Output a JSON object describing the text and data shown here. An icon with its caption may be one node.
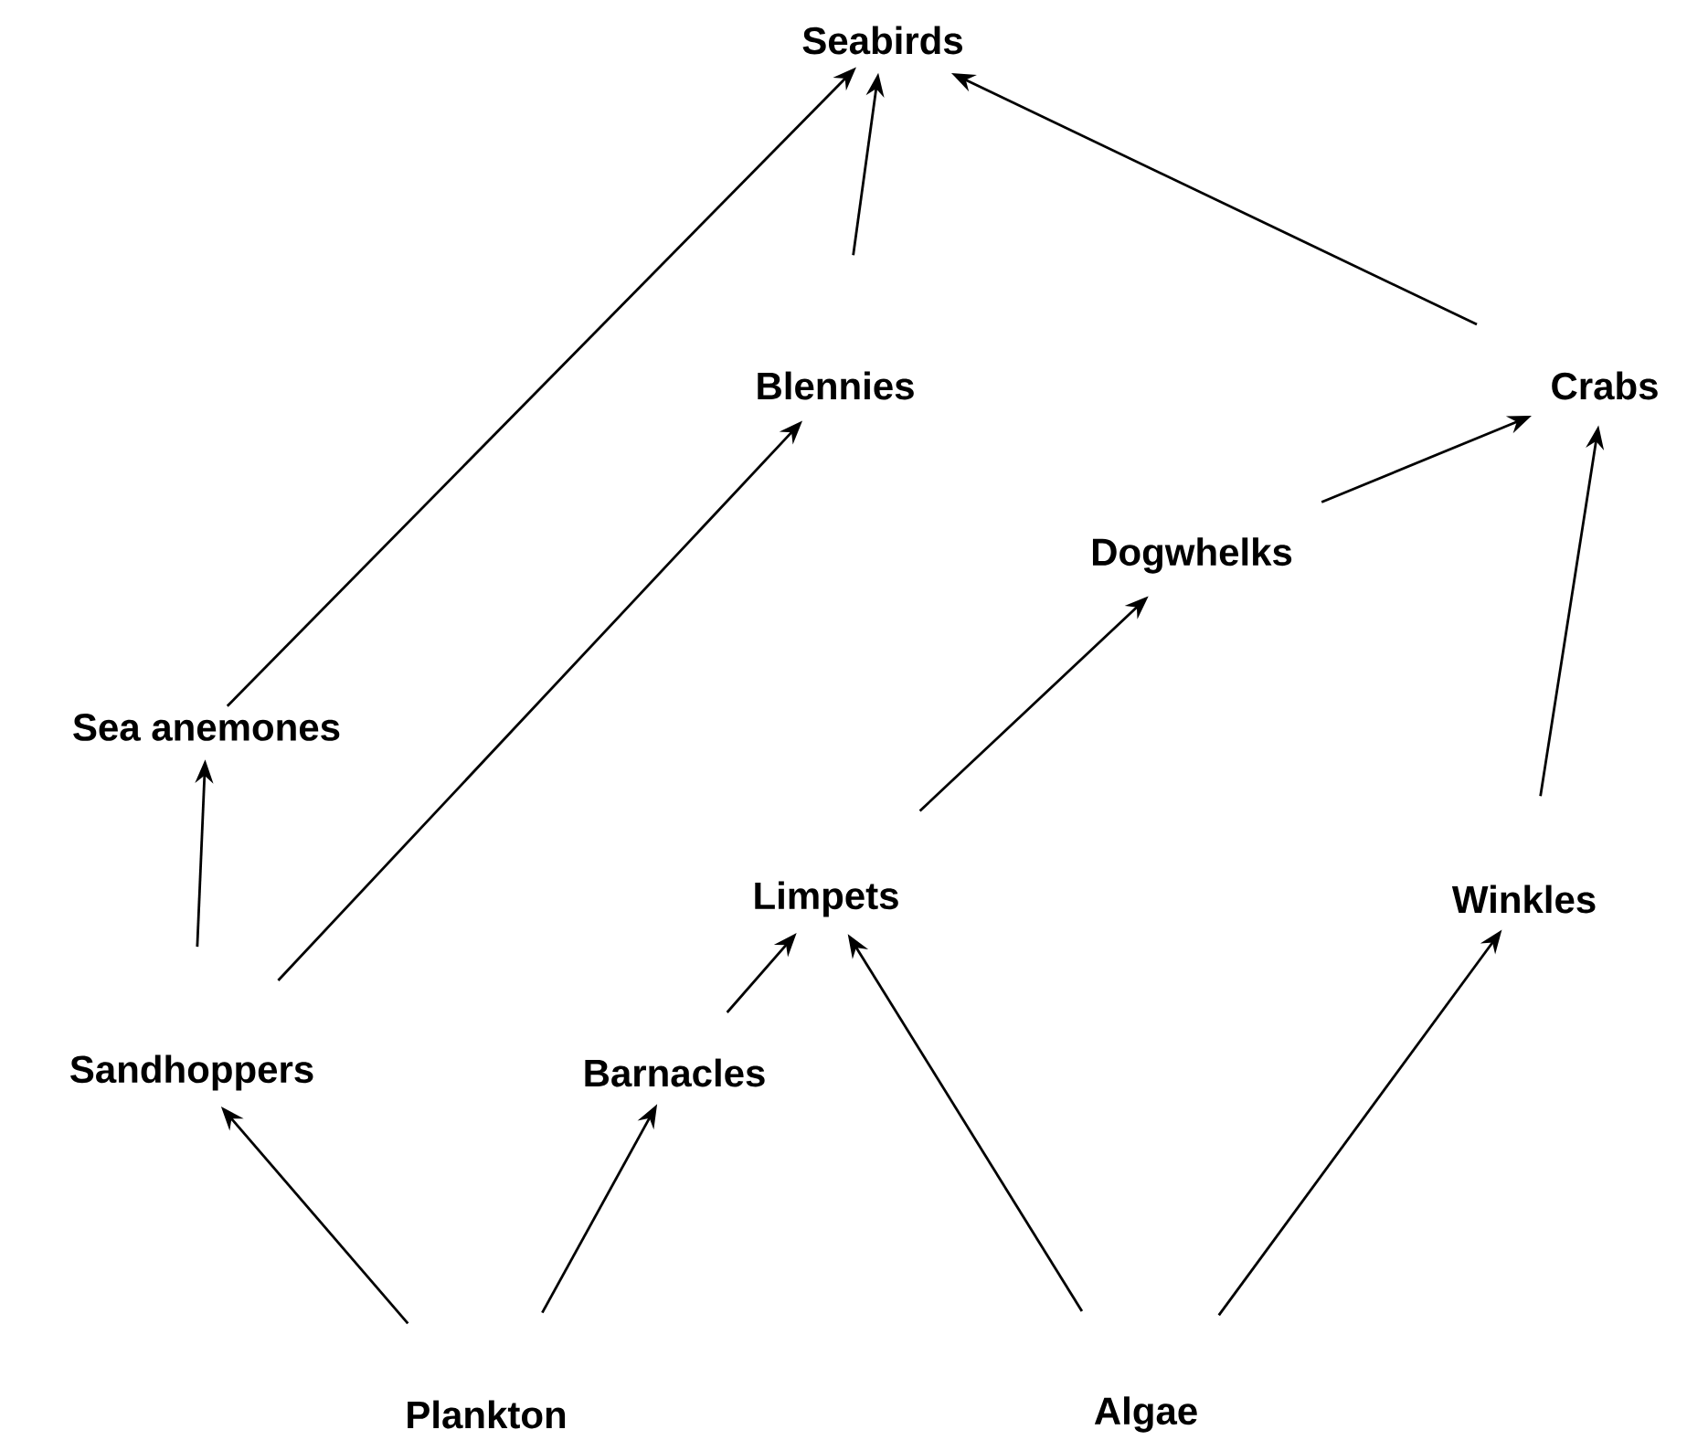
{
  "diagram": {
    "nodes": [
      {
        "text": [
          "Seabirds"
        ]
      },
      {
        "text": [
          "Blennies"
        ]
      },
      {
        "text": [
          "Crabs"
        ]
      },
      {
        "text": [
          "Dogwhelks"
        ]
      },
      {
        "text": [
          "Sea anemones"
        ]
      },
      {
        "text": [
          "Limpets"
        ]
      },
      {
        "text": [
          "Winkles"
        ]
      },
      {
        "text": [
          "Sandhoppers"
        ]
      },
      {
        "text": [
          "Barnacles"
        ]
      },
      {
        "text": [
          "Plankton"
        ]
      },
      {
        "text": [
          "Algae"
        ]
      }
    ],
    "edges": [
      {
        "from": 4,
        "to": 0,
        "arrow": "to"
      },
      {
        "from": 1,
        "to": 0,
        "arrow": "to"
      },
      {
        "from": 2,
        "to": 0,
        "arrow": "to"
      },
      {
        "from": 3,
        "to": 2,
        "arrow": "to"
      },
      {
        "from": 6,
        "to": 2,
        "arrow": "to"
      },
      {
        "from": 5,
        "to": 3,
        "arrow": "to"
      },
      {
        "from": 7,
        "to": 4,
        "arrow": "to"
      },
      {
        "from": 7,
        "to": 1,
        "arrow": "to"
      },
      {
        "from": 8,
        "to": 5,
        "arrow": "to"
      },
      {
        "from": 10,
        "to": 5,
        "arrow": "to"
      },
      {
        "from": 10,
        "to": 6,
        "arrow": "to"
      },
      {
        "from": 9,
        "to": 7,
        "arrow": "to"
      },
      {
        "from": 9,
        "to": 8,
        "arrow": "to"
      }
    ]
  }
}
